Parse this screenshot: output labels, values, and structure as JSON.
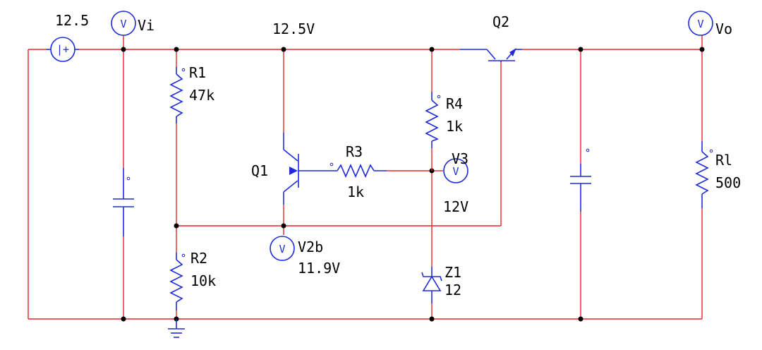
{
  "source": {
    "value": "12.5",
    "symbol": "|+"
  },
  "meters": {
    "vi": {
      "symbol": "V",
      "name": "Vi"
    },
    "vo": {
      "symbol": "V",
      "name": "Vo"
    },
    "v3": {
      "symbol": "V",
      "name": "V3",
      "reading": "12V"
    },
    "v2b": {
      "symbol": "V",
      "name": "V2b",
      "reading": "11.9V"
    }
  },
  "rail_reading": "12.5V",
  "components": {
    "r1": {
      "name": "R1",
      "value": "47k"
    },
    "r2": {
      "name": "R2",
      "value": "10k"
    },
    "r3": {
      "name": "R3",
      "value": "1k"
    },
    "r4": {
      "name": "R4",
      "value": "1k"
    },
    "rl": {
      "name": "Rl",
      "value": "500"
    },
    "q1": {
      "name": "Q1"
    },
    "q2": {
      "name": "Q2"
    },
    "z1": {
      "name": "Z1",
      "value": "12"
    }
  },
  "colors": {
    "wire": "#e8242a",
    "component": "#1f2bd6",
    "node": "#000000"
  }
}
